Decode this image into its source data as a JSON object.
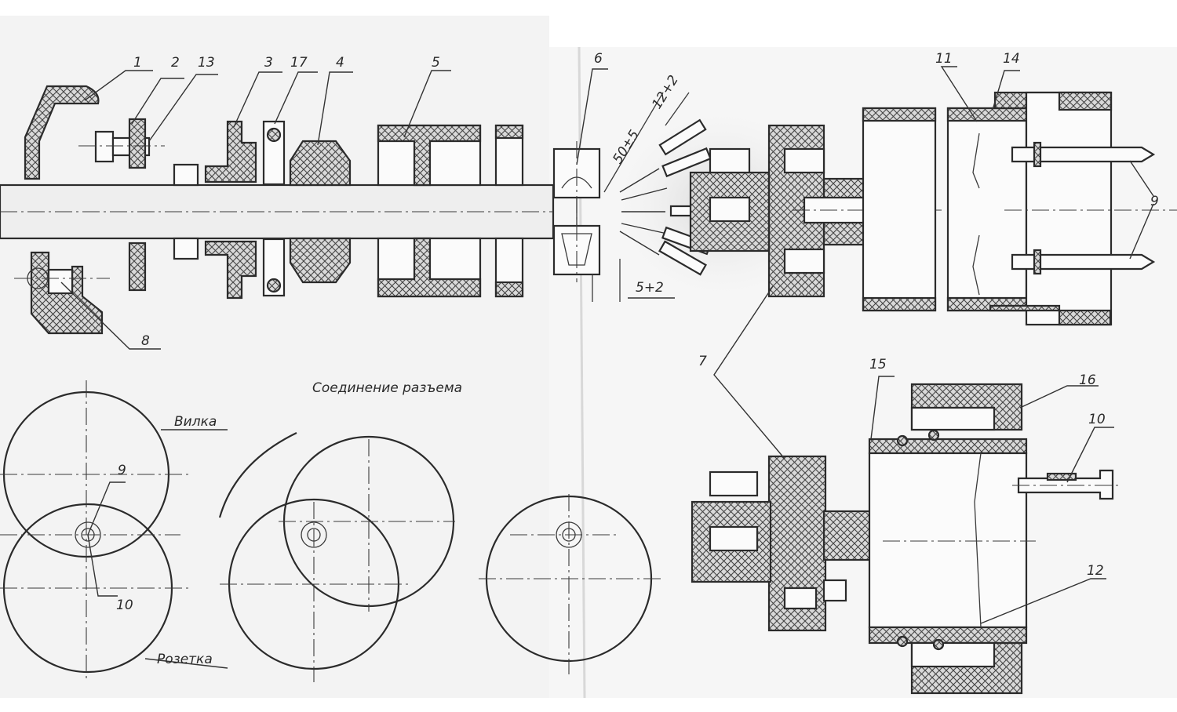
{
  "drawing": {
    "caption_connection": "Соединение разъема",
    "label_plug": "Вилка",
    "label_socket": "Розетка",
    "dim_length": "50±5",
    "dim_strip": "12+2",
    "dim_end": "5+2",
    "callouts": [
      "1",
      "2",
      "13",
      "3",
      "17",
      "4",
      "5",
      "6",
      "11",
      "14",
      "9",
      "8",
      "7",
      "15",
      "16",
      "10",
      "12"
    ]
  }
}
